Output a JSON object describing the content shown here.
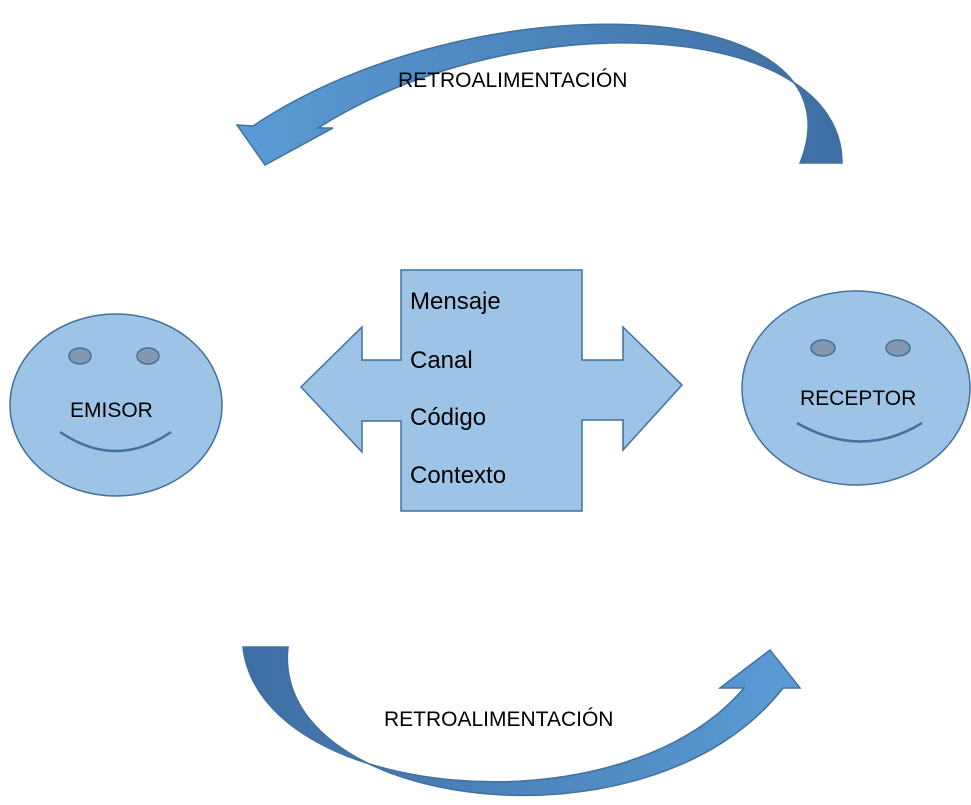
{
  "feedback_top": {
    "label": "RETROALIMENTACIÓN"
  },
  "feedback_bottom": {
    "label": "RETROALIMENTACIÓN"
  },
  "sender": {
    "label": "EMISOR"
  },
  "receiver": {
    "label": "RECEPTOR"
  },
  "message_box": {
    "items": [
      "Mensaje",
      "Canal",
      "Código",
      "Contexto"
    ]
  },
  "colors": {
    "shape_fill": "#9DC3E6",
    "shape_stroke": "#41719C",
    "eye_fill": "#8497B0",
    "arrow_dark": "#3E6EA3",
    "arrow_light": "#5B9BD5"
  }
}
